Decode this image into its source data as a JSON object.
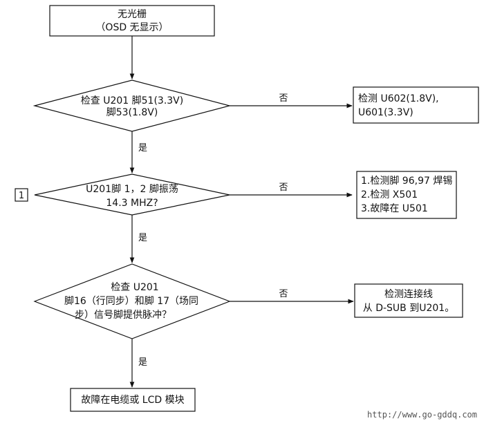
{
  "flow": {
    "start": {
      "line1": "无光栅",
      "line2": "（OSD 无显示）"
    },
    "check1": {
      "line1": "检查 U201 脚51(3.3V)",
      "line2": "脚53(1.8V)"
    },
    "check1_no": {
      "line1": "检测 U602(1.8V),",
      "line2": "U601(3.3V)"
    },
    "check2": {
      "line1": "U201脚  1，2  脚振荡",
      "line2": "14.3 MHZ?"
    },
    "check2_no": {
      "line1": "1.检测脚 96,97 焊锡",
      "line2": "2.检测 X501",
      "line3": "3.故障在 U501"
    },
    "check3": {
      "line1": "检查  U201",
      "line2": "脚16（行同步）和脚 17（场同",
      "line3": "步）信号脚提供脉冲？"
    },
    "check3_no": {
      "line1": "检测连接线",
      "line2": "从 D-SUB 到U201。"
    },
    "end": {
      "line1": "故障在电缆或 LCD 模块"
    },
    "yes_label": "是",
    "no_label": "否",
    "marker": "1"
  },
  "watermark": "http://www.go-gddq.com"
}
